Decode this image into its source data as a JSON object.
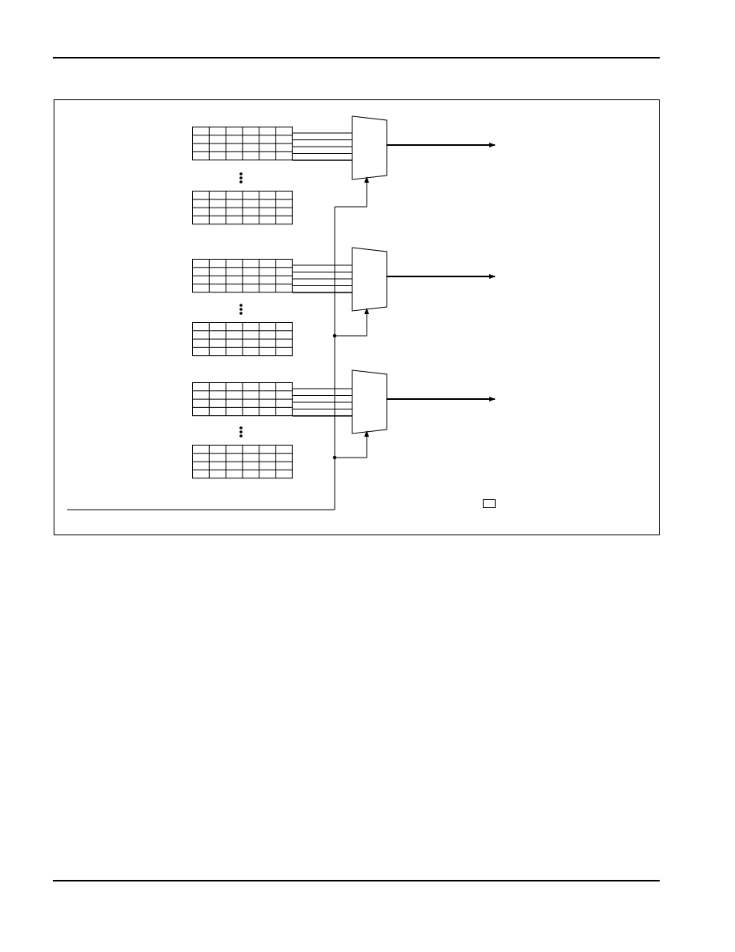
{
  "page": {
    "header_rule": true,
    "footer_rule": true
  },
  "diagram": {
    "description_free": true,
    "blocks": [
      {
        "id": "group-1",
        "register_arrays": 2,
        "mux_inputs": 5,
        "output_arrow": true
      },
      {
        "id": "group-2",
        "register_arrays": 2,
        "mux_inputs": 5,
        "output_arrow": true
      },
      {
        "id": "group-3",
        "register_arrays": 2,
        "mux_inputs": 5,
        "output_arrow": true
      }
    ],
    "register_array": {
      "rows": 4,
      "columns": 6
    },
    "select_bus_shared": true,
    "legend_box_visible": true,
    "colors": {
      "line": "#000000",
      "background": "#ffffff"
    }
  }
}
